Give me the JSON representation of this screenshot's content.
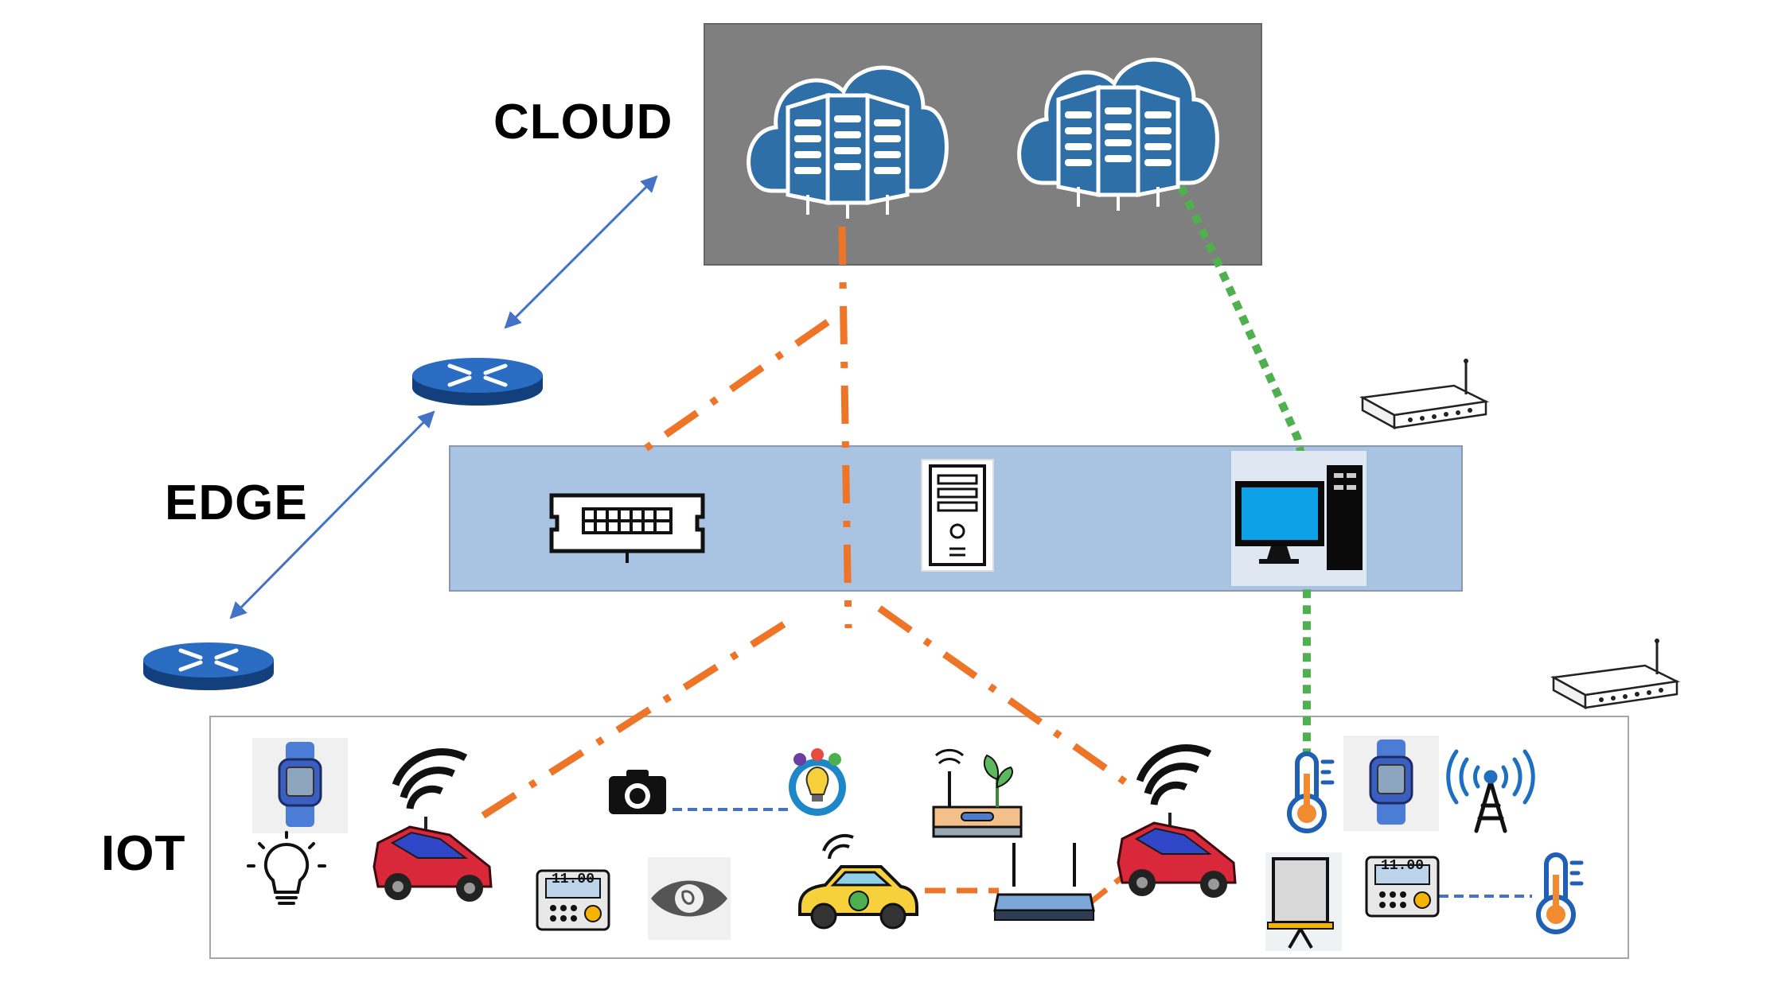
{
  "labels": {
    "cloud": "CLOUD",
    "edge": "EDGE",
    "iot": "IOT"
  },
  "meter_display": "11.00",
  "colors": {
    "cloud_panel": "#7f7f7f",
    "cloud_blue": "#2e6fa7",
    "edge_panel": "#a9c4e3",
    "iot_panel_border": "#a6a6a6",
    "orange_link": "#ee7428",
    "green_link": "#4fb04f",
    "blue_link": "#4472c4",
    "router_blue": "#1f5fb4",
    "car_red": "#d8283a",
    "taxi_yellow": "#f7d13c"
  },
  "icons": [
    "cloud-server-icon",
    "router-icon",
    "ram-module-icon",
    "server-tower-icon",
    "desktop-computer-icon",
    "wifi-router-icon",
    "smartwatch-icon",
    "light-bulb-icon",
    "connected-car-icon",
    "camera-icon",
    "smart-bulb-icon",
    "smart-meter-icon",
    "eye-sensor-icon",
    "smart-farm-icon",
    "electric-taxi-icon",
    "access-point-icon",
    "thermometer-icon",
    "projector-screen-icon",
    "cell-tower-icon"
  ]
}
